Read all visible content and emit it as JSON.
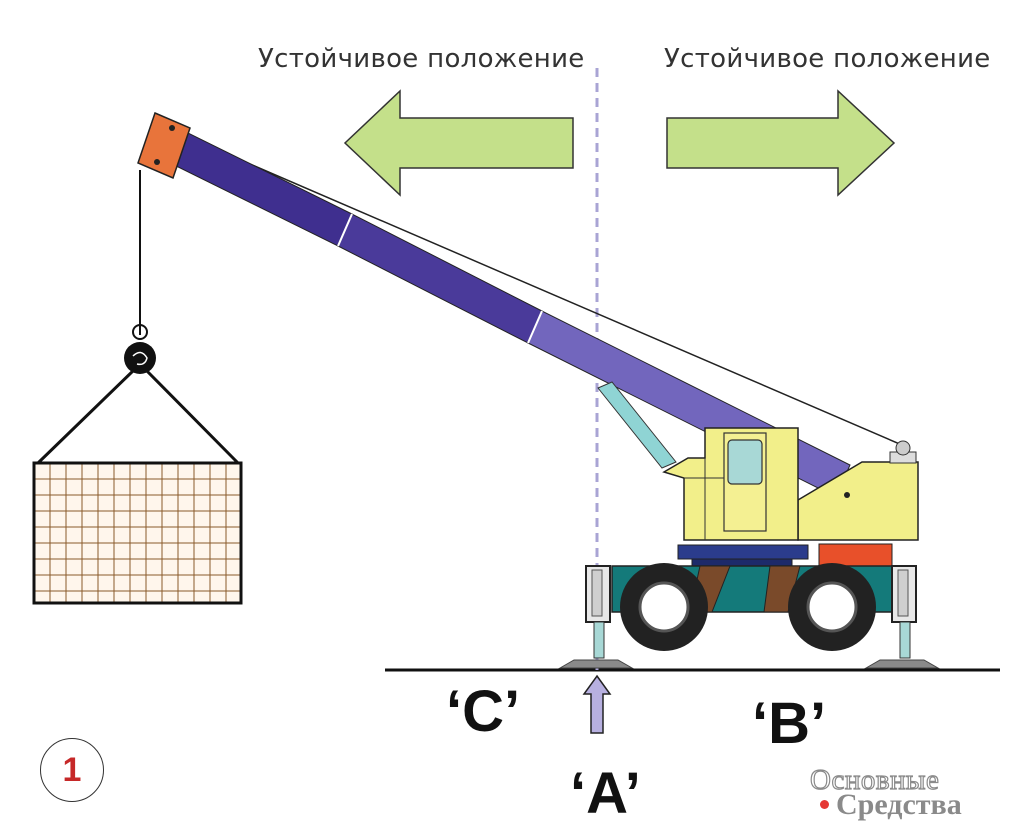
{
  "captions": {
    "left": "Устойчивое положение",
    "right": "Устойчивое положение"
  },
  "points": {
    "c": "‘C’",
    "b": "‘B’",
    "a": "‘A’"
  },
  "figure_number": "1",
  "logo": {
    "line1": "Основные",
    "line2": "Средства"
  },
  "colors": {
    "arrow_green": "#c4e08a",
    "boom_dark": "#3f2f8f",
    "boom_light": "#7266bd",
    "cab_yellow": "#f2ef8a",
    "chassis_teal": "#147a7a",
    "axis_dash": "#a9a4d4",
    "counterweight": "#e8502a",
    "boom_head": "#e8743b",
    "logo_dot": "#e53935"
  }
}
